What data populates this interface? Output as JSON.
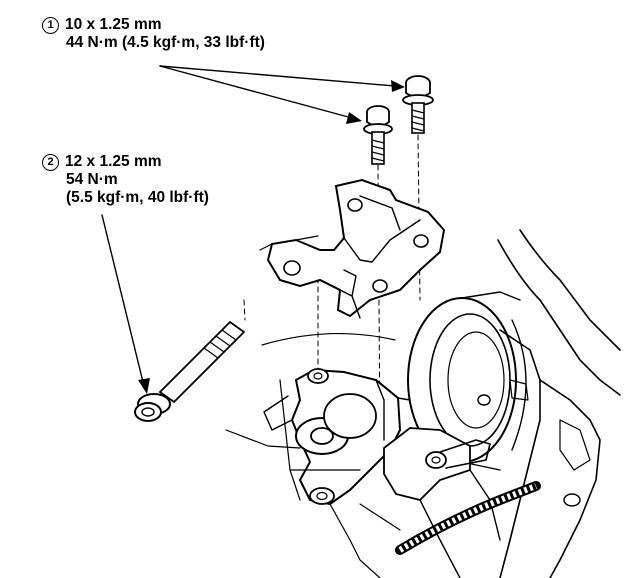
{
  "callouts": [
    {
      "number": "1",
      "spec": "10 x 1.25 mm",
      "torque": [
        "44 N·m (4.5 kgf·m, 33 lbf·ft)"
      ]
    },
    {
      "number": "2",
      "spec": "12 x 1.25 mm",
      "torque": [
        "54 N·m",
        "(5.5 kgf·m, 40 lbf·ft)"
      ]
    }
  ]
}
